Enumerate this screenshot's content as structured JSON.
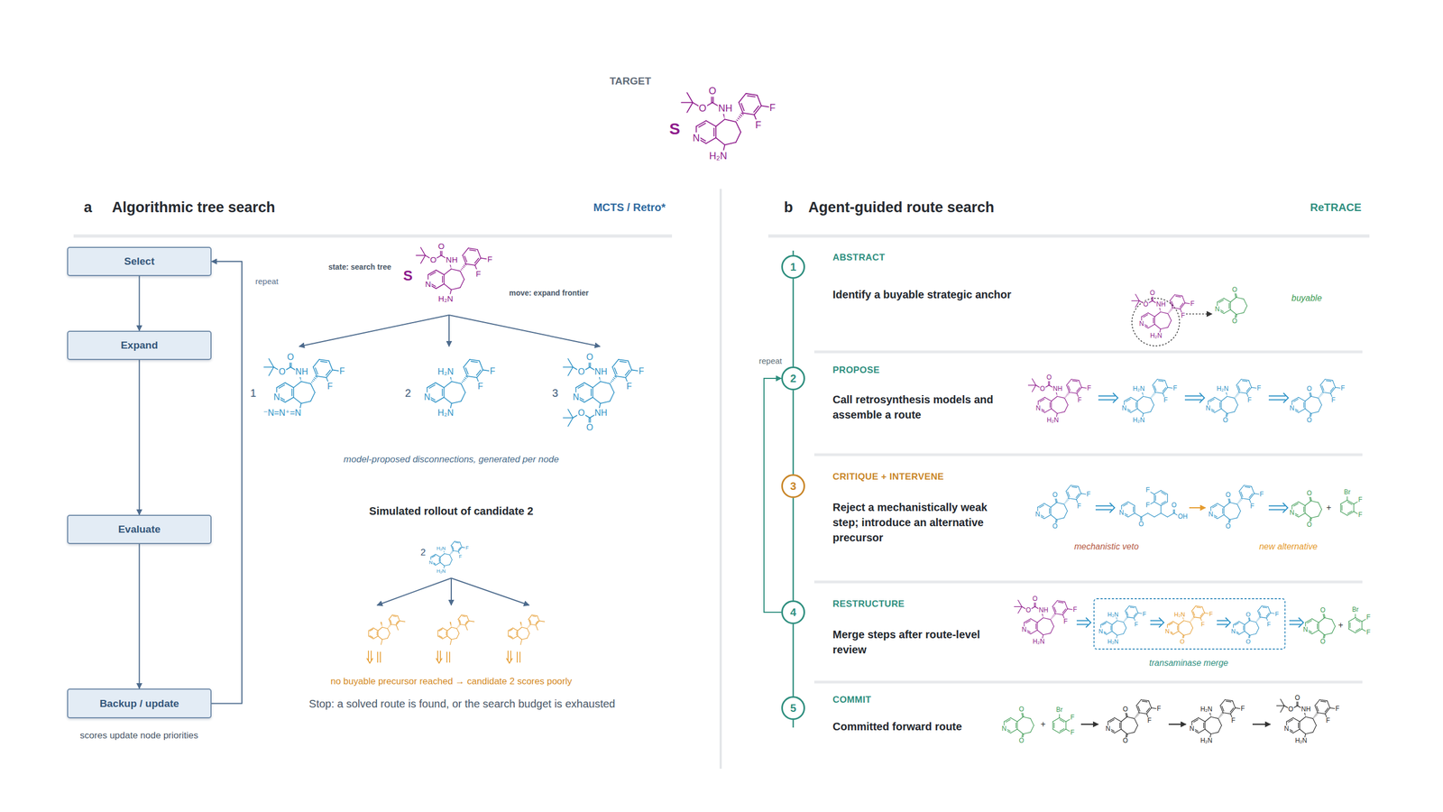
{
  "diagram": {
    "nodes": [
      {
        "text": [
          "Select"
        ]
      },
      {
        "text": [
          "Expand"
        ]
      },
      {
        "text": [
          "Evaluate"
        ]
      },
      {
        "text": [
          "Backup / update"
        ]
      },
      {
        "text": [
          "1"
        ]
      },
      {
        "text": [
          "ABSTRACT",
          "Identify a buyable strategic anchor"
        ]
      },
      {
        "text": [
          "2"
        ]
      },
      {
        "text": [
          "PROPOSE",
          "Call retrosynthesis models and assemble a route"
        ]
      },
      {
        "text": [
          "3"
        ]
      },
      {
        "text": [
          "CRITIQUE + INTERVENE",
          "Reject a mechanistically weak step; introduce an alternative precursor"
        ]
      },
      {
        "text": [
          "4"
        ]
      },
      {
        "text": [
          "RESTRUCTURE",
          "Merge steps after route-level review"
        ]
      },
      {
        "text": [
          "5"
        ]
      },
      {
        "text": [
          "COMMIT",
          "Committed forward route"
        ]
      }
    ],
    "edges": [
      {
        "from": 0,
        "to": 1,
        "arrow": "to"
      },
      {
        "from": 1,
        "to": 2,
        "arrow": "to"
      },
      {
        "from": 2,
        "to": 3,
        "arrow": "to"
      },
      {
        "from": 3,
        "to": 0,
        "arrow": "to",
        "label": "repeat"
      },
      {
        "from": 4,
        "to": 6,
        "arrow": "none"
      },
      {
        "from": 6,
        "to": 8,
        "arrow": "none"
      },
      {
        "from": 8,
        "to": 10,
        "arrow": "none"
      },
      {
        "from": 10,
        "to": 12,
        "arrow": "none"
      },
      {
        "from": 10,
        "to": 6,
        "arrow": "to",
        "label": "repeat"
      }
    ],
    "labels": [
      "TARGET",
      "S",
      "O",
      "O",
      "NH",
      "F",
      "F",
      "N",
      "H₂N",
      "a",
      "Algorithmic tree search",
      "MCTS / Retro*",
      "state: search tree",
      "S",
      "O",
      "O",
      "NH",
      "F",
      "F",
      "N",
      "H₂N",
      "move: expand frontier",
      "1",
      "O",
      "O",
      "NH",
      "F",
      "F",
      "N",
      "⁻N=N⁺=N",
      "2",
      "H₂N",
      "F",
      "F",
      "N",
      "H₂N",
      "3",
      "O",
      "O",
      "NH",
      "F",
      "F",
      "N",
      "NH",
      "O",
      "O",
      "model-proposed disconnections, generated per node",
      "Simulated rollout of candidate 2",
      "2",
      "H₂N",
      "F",
      "F",
      "N",
      "H₂N",
      "no buyable precursor reached → candidate 2 scores poorly",
      "Stop: a solved route is found, or the search budget is exhausted",
      "scores update node priorities",
      "b",
      "Agent-guided route search",
      "ReTRACE",
      "O",
      "O",
      "NH",
      "F",
      "F",
      "N",
      "H₂N",
      "O",
      "N",
      "O",
      "buyable",
      "O",
      "O",
      "NH",
      "F",
      "F",
      "N",
      "H₂N",
      "H₂N",
      "F",
      "F",
      "N",
      "H₂N",
      "H₂N",
      "F",
      "F",
      "N",
      "O",
      "O",
      "F",
      "F",
      "N",
      "O",
      "O",
      "F",
      "F",
      "N",
      "O",
      "N",
      "O",
      "F",
      "F",
      "O",
      "OH",
      "O",
      "F",
      "F",
      "N",
      "O",
      "O",
      "N",
      "O",
      "+",
      "Br",
      "F",
      "F",
      "mechanistic veto",
      "new alternative",
      "O",
      "O",
      "NH",
      "F",
      "F",
      "N",
      "H₂N",
      "H₂N",
      "F",
      "F",
      "N",
      "H₂N",
      "H₂N",
      "F",
      "F",
      "N",
      "O",
      "O",
      "F",
      "F",
      "N",
      "O",
      "O",
      "N",
      "O",
      "+",
      "Br",
      "F",
      "F",
      "transaminase merge",
      "O",
      "N",
      "O",
      "+",
      "Br",
      "F",
      "F",
      "O",
      "F",
      "F",
      "N",
      "O",
      "H₂N",
      "F",
      "F",
      "N",
      "H₂N",
      "O",
      "O",
      "NH",
      "F",
      "F",
      "N",
      "H₂N"
    ]
  }
}
